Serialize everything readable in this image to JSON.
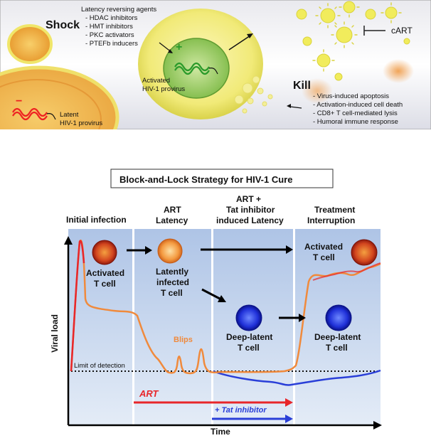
{
  "top": {
    "shock_label": "Shock",
    "lra_title": "Latency reversing agents",
    "lra_items": [
      "- HDAC inhibitors",
      "- HMT inhibitors",
      "- PKC activators",
      "- PTEFb inducers"
    ],
    "activated_provirus": [
      "Activated",
      "HIV-1 provirus"
    ],
    "latent_provirus": [
      "Latent",
      "HIV-1 provirus"
    ],
    "cart_label": "cART",
    "kill_label": "Kill",
    "kill_items": [
      "- Virus-induced apoptosis",
      "- Activation-induced cell death",
      "- CD8+ T cell-mediated lysis",
      "- Humoral immune response"
    ],
    "plus_sign": "+",
    "minus_sign": "−"
  },
  "diagram": {
    "title": "Block-and-Lock Strategy for HIV-1 Cure",
    "phases": {
      "initial": "Initial infection",
      "art_latency": [
        "ART",
        "Latency"
      ],
      "tat_latency": [
        "ART +",
        "Tat inhibitor",
        "induced Latency"
      ],
      "interruption": [
        "Treatment",
        "Interruption"
      ]
    },
    "cells": {
      "activated_1": [
        "Activated",
        "T cell"
      ],
      "latently_infected": [
        "Latently",
        "infected",
        "T cell"
      ],
      "deep_latent_1": [
        "Deep-latent",
        "T cell"
      ],
      "activated_2": [
        "Activated",
        "T cell"
      ],
      "deep_latent_2": [
        "Deep-latent",
        "T cell"
      ]
    },
    "blips": "Blips",
    "limit_of_detection": "Limit of detection",
    "art_label": "ART",
    "tat_label": "+ Tat inhibitor",
    "y_axis": "Viral load",
    "x_axis": "Time",
    "colors": {
      "orange": "#f08a3c",
      "red": "#e8262a",
      "blue": "#2a3fd8",
      "phase_bg": "#c5d6ec"
    }
  }
}
